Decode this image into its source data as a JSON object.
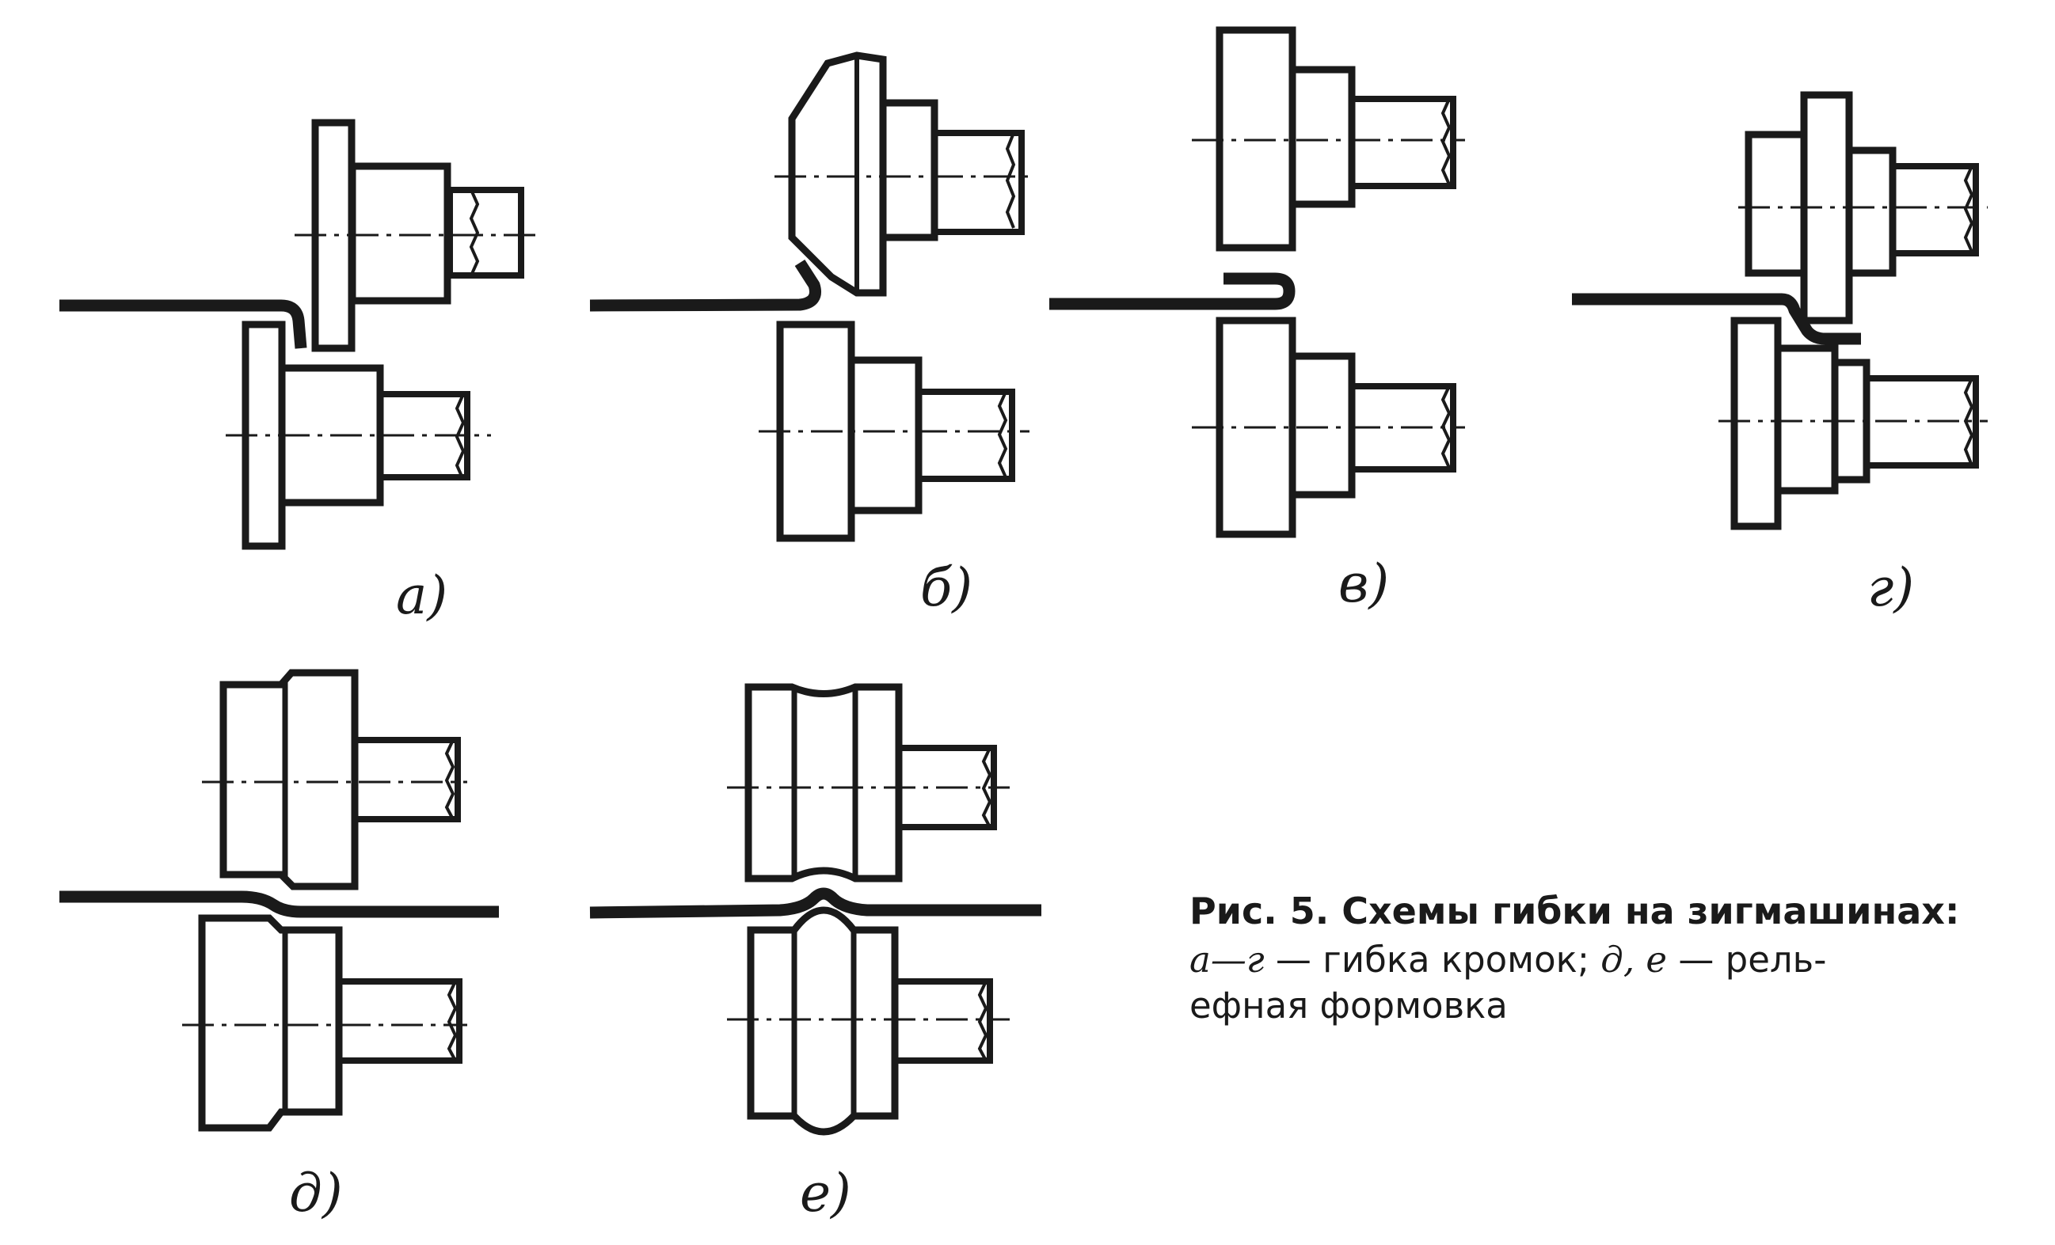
{
  "figure": {
    "panels": [
      {
        "id": "a",
        "label": "а)"
      },
      {
        "id": "b",
        "label": "б)"
      },
      {
        "id": "v",
        "label": "в)"
      },
      {
        "id": "g",
        "label": "г)"
      },
      {
        "id": "d",
        "label": "д)"
      },
      {
        "id": "e",
        "label": "е)"
      }
    ]
  },
  "caption": {
    "title": "Рис. 5. Схемы гибки на зигмашинах:",
    "line2_italic_a": "а—г",
    "line2_text_a": " — гибка кромок; ",
    "line2_italic_b": "д, е",
    "line2_text_b": " — рель-",
    "line3": "ефная формовка"
  }
}
